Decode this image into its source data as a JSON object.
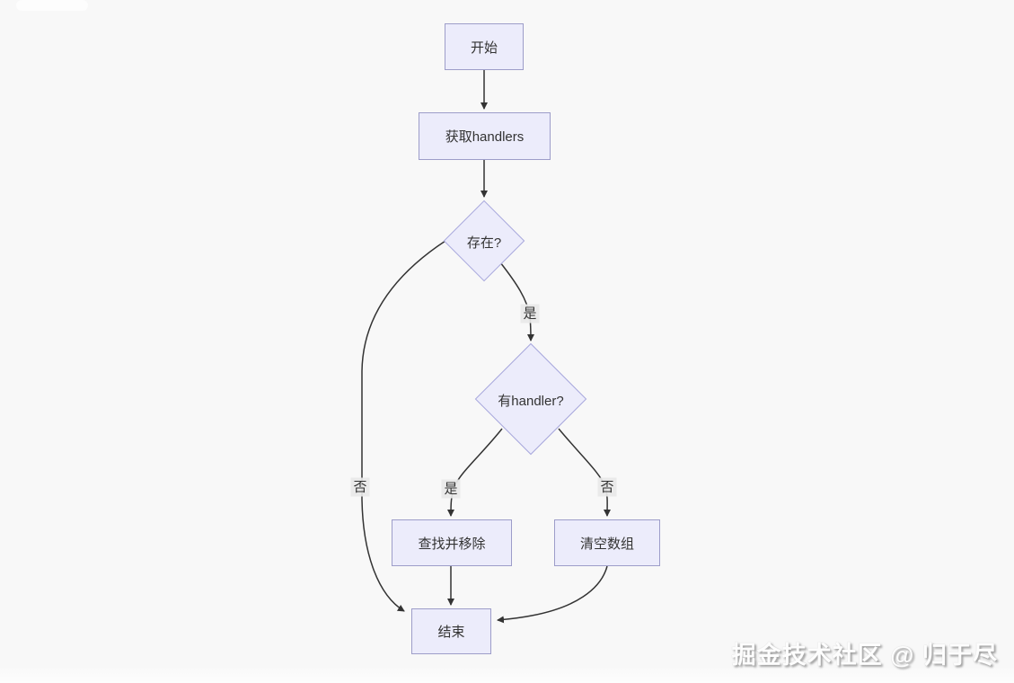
{
  "diagram": {
    "type": "flowchart",
    "background_color": "#f8f8f8",
    "node_fill_color": "#ececfb",
    "node_border_color": "#9d9dc9",
    "edge_color": "#333333",
    "edge_label_bg_color": "#e8e8e8",
    "nodes": {
      "start": {
        "label": "开始",
        "shape": "rect"
      },
      "get_handlers": {
        "label": "获取handlers",
        "shape": "rect"
      },
      "exists": {
        "label": "存在?",
        "shape": "diamond"
      },
      "has_handler": {
        "label": "有handler?",
        "shape": "diamond"
      },
      "find_remove": {
        "label": "查找并移除",
        "shape": "rect"
      },
      "clear_array": {
        "label": "清空数组",
        "shape": "rect"
      },
      "end": {
        "label": "结束",
        "shape": "rect"
      }
    },
    "edges": [
      {
        "from": "start",
        "to": "get_handlers",
        "label": ""
      },
      {
        "from": "get_handlers",
        "to": "exists",
        "label": ""
      },
      {
        "from": "exists",
        "to": "has_handler",
        "label": "是"
      },
      {
        "from": "exists",
        "to": "end",
        "label": "否"
      },
      {
        "from": "has_handler",
        "to": "find_remove",
        "label": "是"
      },
      {
        "from": "has_handler",
        "to": "clear_array",
        "label": "否"
      },
      {
        "from": "find_remove",
        "to": "end",
        "label": ""
      },
      {
        "from": "clear_array",
        "to": "end",
        "label": ""
      }
    ],
    "edge_labels": {
      "exists_yes": "是",
      "exists_no": "否",
      "has_handler_yes": "是",
      "has_handler_no": "否"
    }
  },
  "watermark": {
    "text": "掘金技术社区 @ 归于尽"
  }
}
